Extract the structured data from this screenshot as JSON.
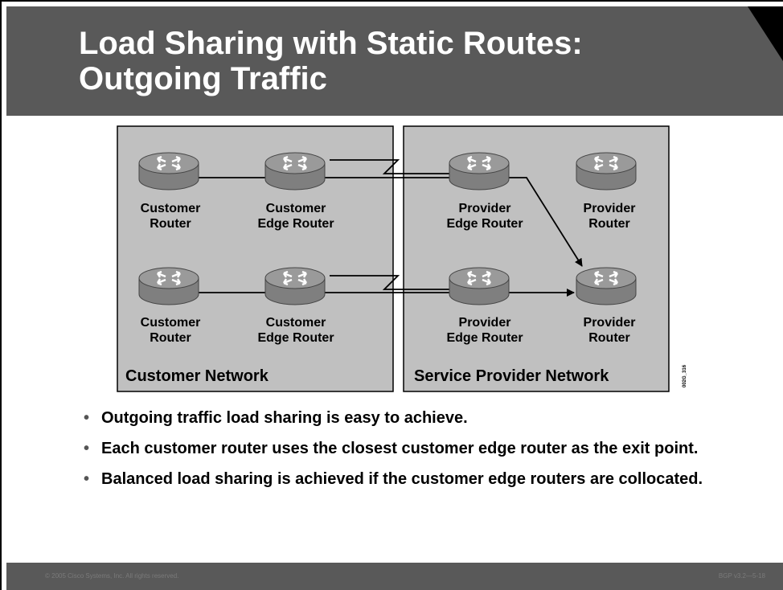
{
  "slide": {
    "title_line1": "Load Sharing with Static Routes:",
    "title_line2": "Outgoing Traffic"
  },
  "diagram": {
    "customer_network_label": "Customer Network",
    "provider_network_label": "Service Provider Network",
    "figure_code": "002G_316",
    "routers": [
      {
        "line1": "Customer",
        "line2": "Router"
      },
      {
        "line1": "Customer",
        "line2": "Edge Router"
      },
      {
        "line1": "Provider",
        "line2": "Edge Router"
      },
      {
        "line1": "Provider",
        "line2": "Router"
      },
      {
        "line1": "Customer",
        "line2": "Router"
      },
      {
        "line1": "Customer",
        "line2": "Edge Router"
      },
      {
        "line1": "Provider",
        "line2": "Edge Router"
      },
      {
        "line1": "Provider",
        "line2": "Router"
      }
    ]
  },
  "bullets": [
    "Outgoing traffic load sharing is easy to achieve.",
    "Each customer router uses the closest customer edge router as the exit point.",
    "Balanced load sharing is achieved if the customer edge routers are collocated."
  ],
  "footer": {
    "copyright": "© 2005 Cisco Systems, Inc. All rights reserved.",
    "course": "BGP v3.2—5-18"
  },
  "colors": {
    "title_bar": "#595959",
    "network_panel": "#c0c0c0",
    "router_body": "#8c8c8c"
  }
}
